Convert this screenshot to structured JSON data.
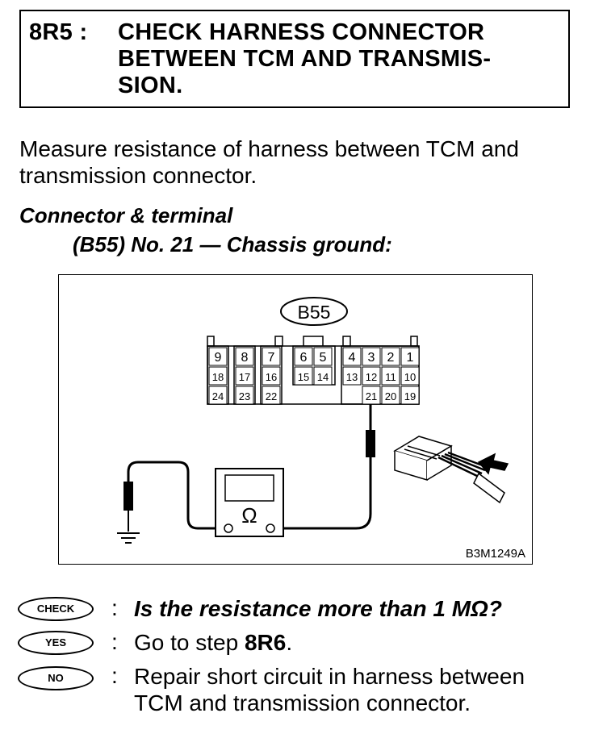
{
  "step": {
    "id": "8R5 :",
    "title_lines": [
      "CHECK HARNESS CONNECTOR",
      "BETWEEN TCM AND TRANSMIS-",
      "SION."
    ]
  },
  "instruction_lines": [
    "Measure resistance of harness between TCM and",
    "transmission connector."
  ],
  "connector": {
    "heading": "Connector & terminal",
    "spec": "(B55) No. 21 — Chassis ground:"
  },
  "diagram": {
    "connector_label": "B55",
    "row1": [
      "9",
      "8",
      "7",
      "6",
      "5",
      "4",
      "3",
      "2",
      "1"
    ],
    "row2": [
      "18",
      "17",
      "16",
      "15",
      "14",
      "13",
      "12",
      "11",
      "10"
    ],
    "row3": [
      "24",
      "23",
      "22",
      "21",
      "20",
      "19"
    ],
    "meter_symbol": "Ω",
    "figure_code": "B3M1249A"
  },
  "qa": {
    "check_badge": "CHECK",
    "check_colon": ":",
    "check_text": "Is the resistance more than 1 MΩ?",
    "yes_badge": "YES",
    "yes_colon": ":",
    "yes_prefix": "Go to step ",
    "yes_step": "8R6",
    "yes_suffix": ".",
    "no_badge": "NO",
    "no_colon": ":",
    "no_lines": [
      "Repair short circuit in harness between",
      "TCM and transmission connector."
    ]
  }
}
